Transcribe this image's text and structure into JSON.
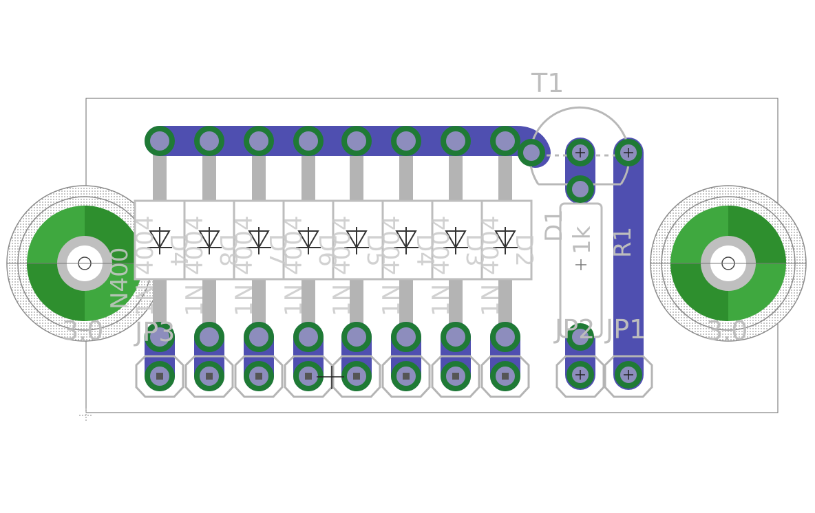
{
  "board": {
    "colors": {
      "copper_top": "#4f4fb0",
      "pad_ring": "#1f7a35",
      "pad_hole": "#8d8dbd",
      "mount_green": "#3fa83f",
      "mount_green_dark": "#2e8f2e",
      "silkscreen": "#bdbdbd",
      "outline": "#6a6a6a"
    },
    "labels": {
      "transistor": "T1",
      "diode_d1": "D1",
      "resistor": "R1",
      "resistor_value": "1k",
      "jumper_jp1": "JP1",
      "jumper_jp2": "JP2",
      "jumper_jp3": "JP3",
      "diode_refs": [
        "D4",
        "D8",
        "D7",
        "D6",
        "D5",
        "D4",
        "D3",
        "D2"
      ],
      "diode_values": [
        "4004",
        "4004",
        "4004",
        "4004",
        "4004",
        "4004",
        "4004",
        "4004"
      ],
      "diode_value_prefix": [
        "1N",
        "1N",
        "1N",
        "1N",
        "1N",
        "1N",
        "1N",
        "1N"
      ],
      "left_mount_value": "3.0",
      "right_mount_value": "3.0",
      "left_mount_prefix": "N400"
    }
  }
}
